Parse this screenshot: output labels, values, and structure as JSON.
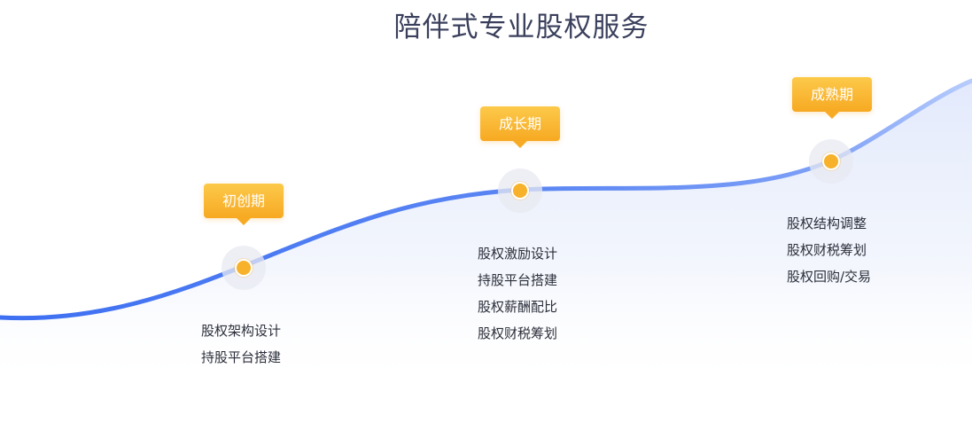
{
  "title": "陪伴式专业股权服务",
  "stages": [
    {
      "label": "初创期",
      "items": [
        "股权架构设计",
        "持股平台搭建"
      ]
    },
    {
      "label": "成长期",
      "items": [
        "股权激励设计",
        "持股平台搭建",
        "股权薪酬配比",
        "股权财税筹划"
      ]
    },
    {
      "label": "成熟期",
      "items": [
        "股权结构调整",
        "股权财税筹划",
        "股权回购/交易"
      ]
    }
  ],
  "colors": {
    "curve_start": "#3d6ff2",
    "curve_end": "#b8cdfc",
    "badge": "#f7a922",
    "dot": "#f7b12a",
    "title": "#3a3f5c"
  }
}
